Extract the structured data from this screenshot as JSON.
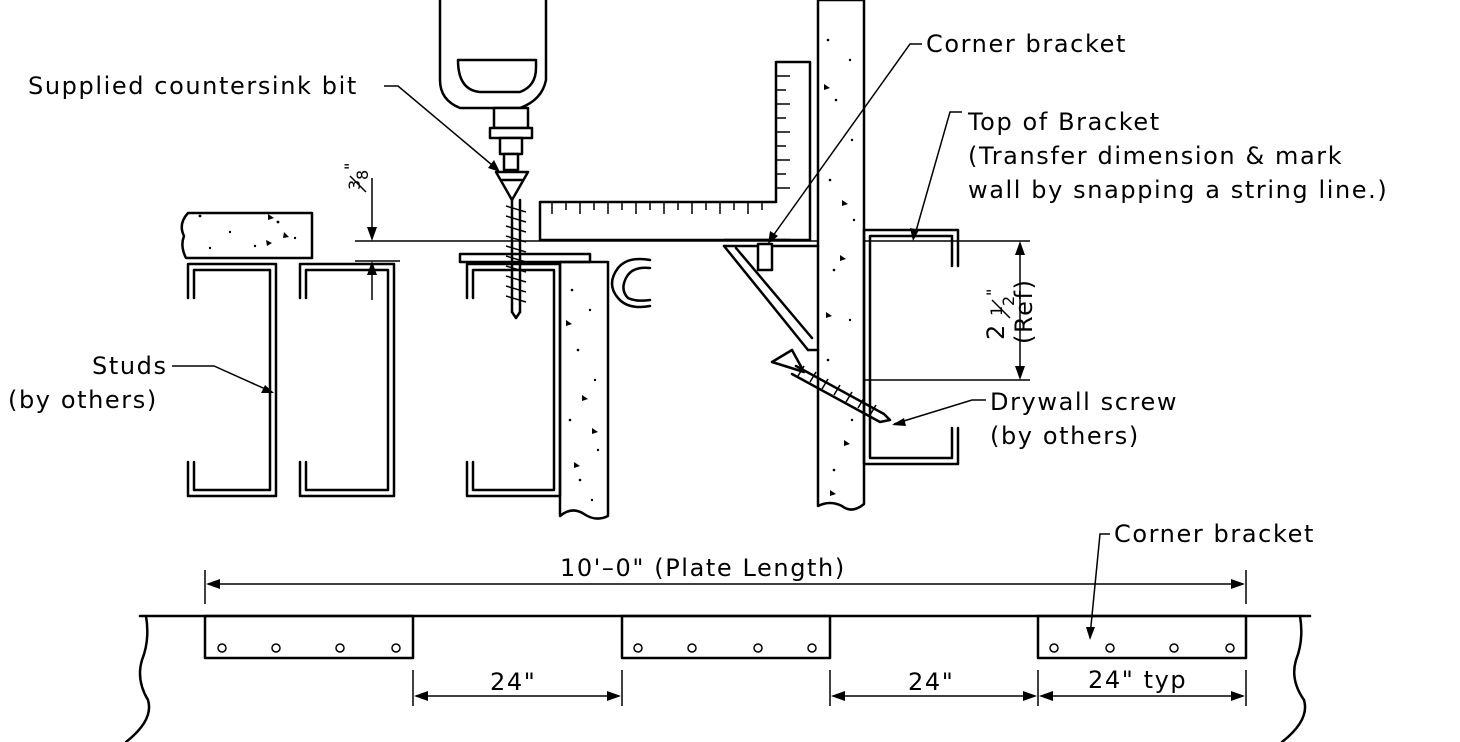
{
  "labels": {
    "countersink_bit": "Supplied countersink bit",
    "corner_bracket_top": "Corner bracket",
    "top_of_bracket_1": "Top of Bracket",
    "top_of_bracket_2": "(Transfer dimension & mark",
    "top_of_bracket_3": "wall by snapping a string line.)",
    "studs_1": "Studs",
    "studs_2": "(by others)",
    "drywall_screw_1": "Drywall screw",
    "drywall_screw_2": "(by others)",
    "corner_bracket_bottom": "Corner bracket"
  },
  "dimensions": {
    "countersink_depth_num": "3",
    "countersink_depth_den": "8",
    "countersink_depth_unit": "\"",
    "bracket_height_whole": "2",
    "bracket_height_num": "1",
    "bracket_height_den": "2",
    "bracket_height_unit": "\"",
    "bracket_height_ref": "(Ref)",
    "plate_length": "10'–0\" (Plate Length)",
    "gap_1": "24\"",
    "gap_2": "24\"",
    "bracket_typ": "24\" typ"
  }
}
